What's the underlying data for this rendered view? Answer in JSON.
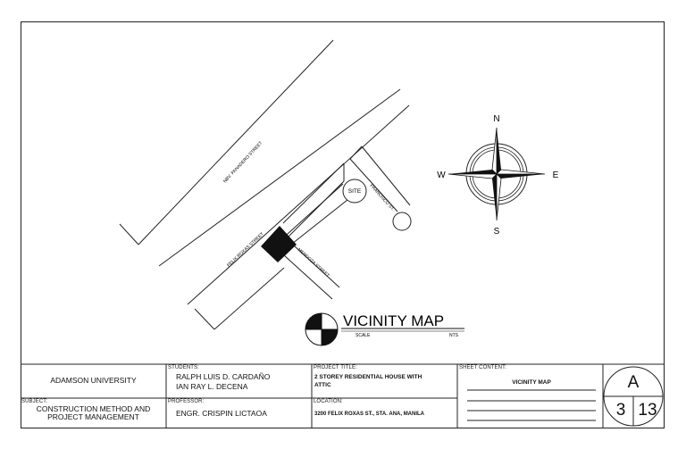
{
  "map": {
    "streets": {
      "nbv_panadero": "NBV. PANADERO STREET",
      "felix_roxas": "FELIX ROXAS STREET",
      "mendoza": "MENDOZA STREET",
      "francisco": "FRANCISCO ST."
    },
    "site_label": "SITE",
    "compass": {
      "north": "N",
      "south": "S",
      "east": "E",
      "west": "W"
    },
    "title": "VICINITY MAP",
    "scale_label": "SCALE",
    "scale_value": "NTS"
  },
  "title_block": {
    "university": "ADAMSON UNIVERSITY",
    "subject_label": "SUBJECT:",
    "subject_line1": "CONSTRUCTION METHOD AND",
    "subject_line2": "PROJECT MANAGEMENT",
    "students_label": "STUDENTS:",
    "student1": "RALPH LUIS D. CARDAÑO",
    "student2": "IAN RAY L. DECENA",
    "professor_label": "PROFESSOR:",
    "professor": "ENGR. CRISPIN LICTAOA",
    "project_title_label": "PROJECT TITLE:",
    "project_title_line1": "2 STOREY RESIDENTIAL HOUSE WITH",
    "project_title_line2": "ATTIC",
    "location_label": "LOCATION:",
    "location": "3200 FELIX ROXAS ST., STA. ANA, MANILA",
    "sheet_content_label": "SHEET CONTENT:",
    "sheet_content": "VICINITY MAP",
    "sheet_letter": "A",
    "sheet_number": "3",
    "sheet_total": "13"
  }
}
